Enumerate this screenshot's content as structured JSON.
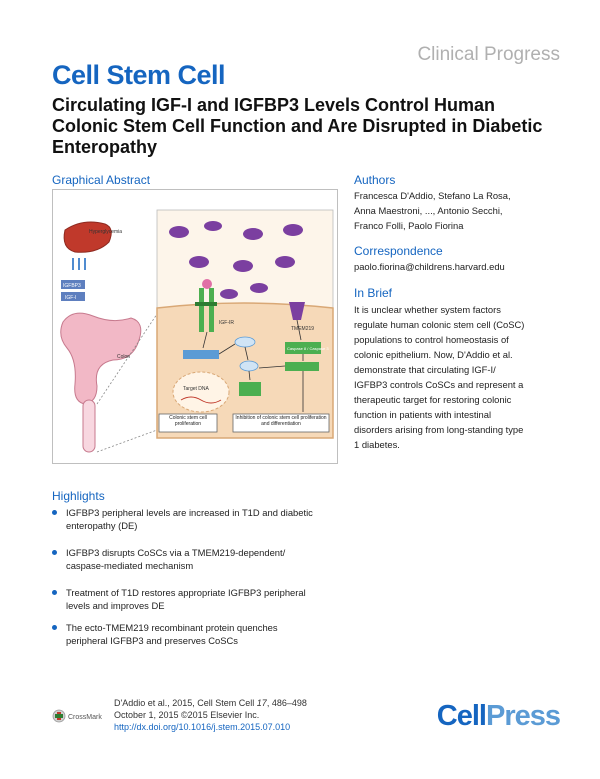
{
  "header": {
    "journal": "Cell Stem Cell",
    "section": "Clinical Progress"
  },
  "article": {
    "title": "Circulating IGF-I and IGFBP3 Levels Control Human Colonic Stem Cell Function and Are Disrupted in Diabetic Enteropathy"
  },
  "graphical_abstract": {
    "label": "Graphical Abstract",
    "labels": {
      "hyperglycemia": "Hyperglycemia",
      "igfbp3": "IGFBP3",
      "igf1": "IGF-I",
      "colon": "Colon",
      "igf1r": "IGF-IR",
      "tmem219": "TMEM219",
      "caspase": "Caspase 8 / Caspase 3",
      "target_dna": "Target DNA",
      "proliferation": "Colonic stem cell proliferation",
      "inhibition": "Inhibition of colonic stem cell proliferation and differentiation"
    }
  },
  "sidebar": {
    "authors_head": "Authors",
    "authors_lines": [
      "Francesca D'Addio, Stefano La Rosa,",
      "Anna Maestroni, ..., Antonio Secchi,",
      "Franco Folli, Paolo Fiorina"
    ],
    "correspondence_head": "Correspondence",
    "email": "paolo.fiorina@childrens.harvard.edu",
    "brief_head": "In Brief",
    "brief_lines": [
      "It is unclear whether system factors",
      "regulate human colonic stem cell (CoSC)",
      "populations to control homeostasis of",
      "colonic epithelium. Now, D'Addio et al.",
      "demonstrate that circulating IGF-I/",
      "IGFBP3 controls CoSCs and represent a",
      "therapeutic target for restoring colonic",
      "function in patients with intestinal",
      "disorders arising from long-standing type",
      "1 diabetes."
    ]
  },
  "highlights": {
    "head": "Highlights",
    "items": [
      [
        "IGFBP3 peripheral levels are increased in T1D and diabetic",
        "enteropathy (DE)"
      ],
      [
        "IGFBP3 disrupts CoSCs via a TMEM219-dependent/",
        "caspase-mediated mechanism"
      ],
      [
        "Treatment of T1D restores appropriate IGFBP3 peripheral",
        "levels and improves DE"
      ],
      [
        "The ecto-TMEM219 recombinant protein quenches",
        "peripheral IGFBP3 and preserves CoSCs"
      ]
    ]
  },
  "footer": {
    "citation_prefix": "D'Addio et al., 2015, Cell Stem Cell ",
    "citation_volume": "17",
    "citation_pages": ", 486–498",
    "date_line": "October 1, 2015 ©2015 Elsevier Inc.",
    "doi": "http://dx.doi.org/10.1016/j.stem.2015.07.010",
    "crossmark": "CrossMark",
    "publisher_a": "Cell",
    "publisher_b": "Press"
  },
  "colors": {
    "brand_blue": "#1565c0",
    "light_blue": "#5b9bd5",
    "purple": "#7b3fa0",
    "green": "#4caf50",
    "cell_fill": "#f6d9b8",
    "colon_pink": "#f2b8c6"
  }
}
